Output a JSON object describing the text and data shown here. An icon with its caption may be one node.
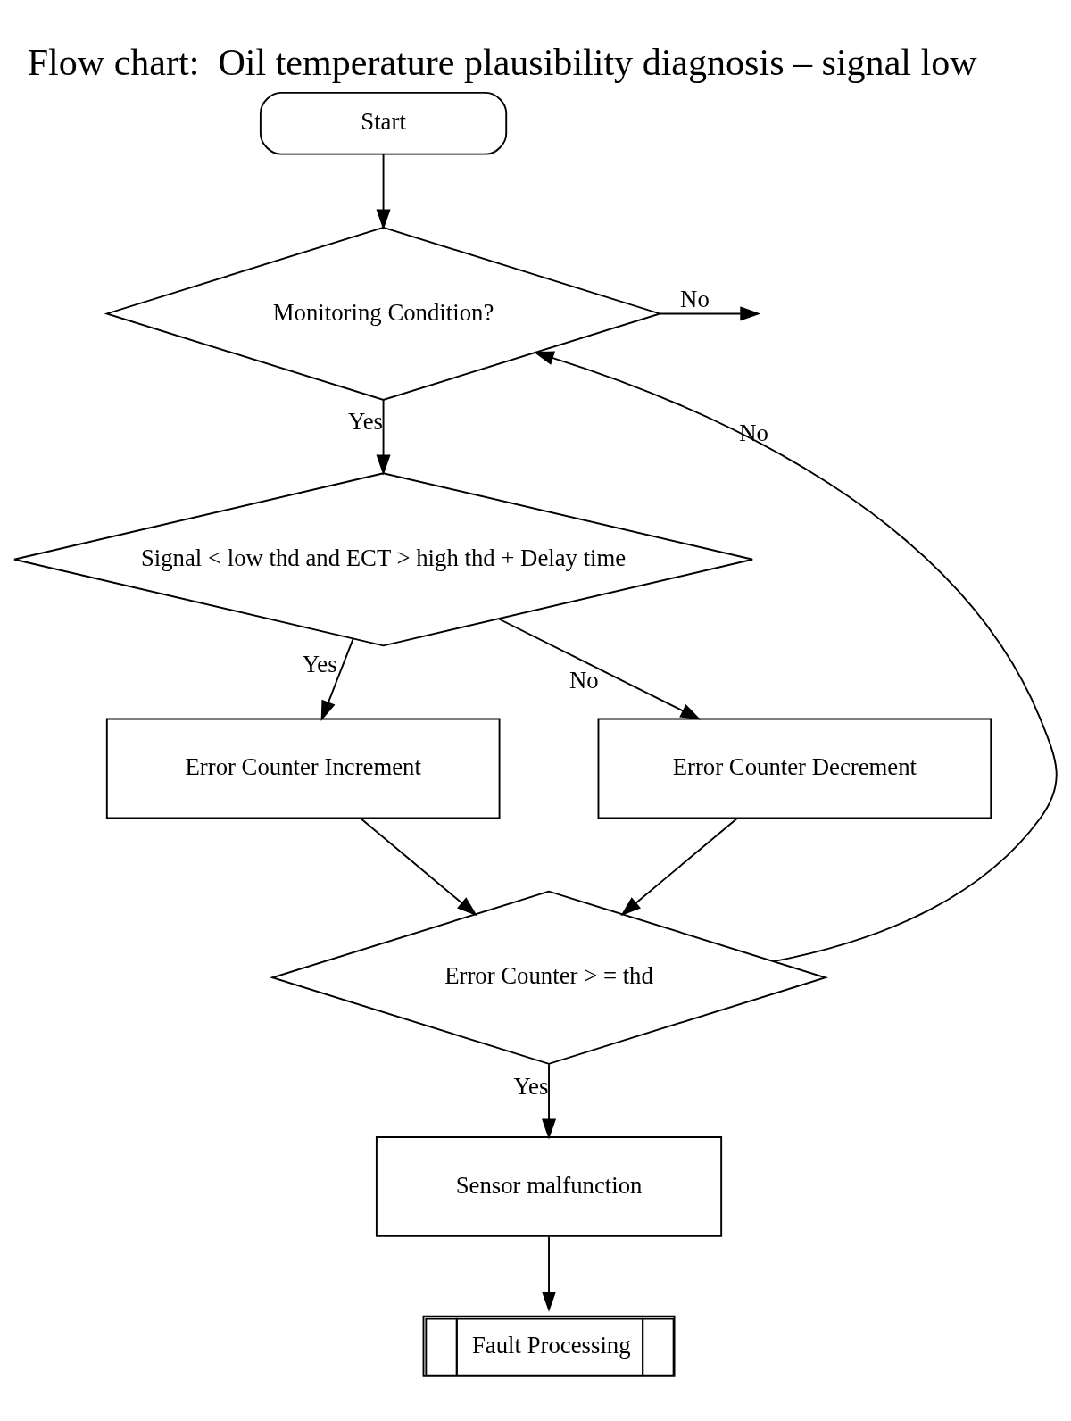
{
  "diagram": {
    "title": "Flow chart:  Oil temperature plausibility diagnosis – signal low",
    "nodes": [
      {
        "text": [
          "Start"
        ]
      },
      {
        "text": [
          "Monitoring Condition?"
        ]
      },
      {
        "text": [
          "Signal < low thd and ECT > high thd + Delay time"
        ]
      },
      {
        "text": [
          "Error Counter Increment"
        ]
      },
      {
        "text": [
          "Error Counter Decrement"
        ]
      },
      {
        "text": [
          "Error Counter > = thd"
        ]
      },
      {
        "text": [
          "Sensor malfunction"
        ]
      },
      {
        "text": [
          "Fault Processing"
        ]
      }
    ],
    "edges": [
      {
        "from": 0,
        "to": 1,
        "arrow": "to"
      },
      {
        "from": 1,
        "to": null,
        "arrow": "to",
        "label": "No"
      },
      {
        "from": 1,
        "to": 2,
        "arrow": "to",
        "label": "Yes"
      },
      {
        "from": 2,
        "to": 3,
        "arrow": "to",
        "label": "Yes"
      },
      {
        "from": 2,
        "to": 4,
        "arrow": "to",
        "label": "No"
      },
      {
        "from": 3,
        "to": 5,
        "arrow": "to"
      },
      {
        "from": 4,
        "to": 5,
        "arrow": "to"
      },
      {
        "from": 5,
        "to": 1,
        "arrow": "to",
        "label": "No"
      },
      {
        "from": 5,
        "to": 6,
        "arrow": "to",
        "label": "Yes"
      },
      {
        "from": 6,
        "to": 7,
        "arrow": "to"
      }
    ]
  }
}
